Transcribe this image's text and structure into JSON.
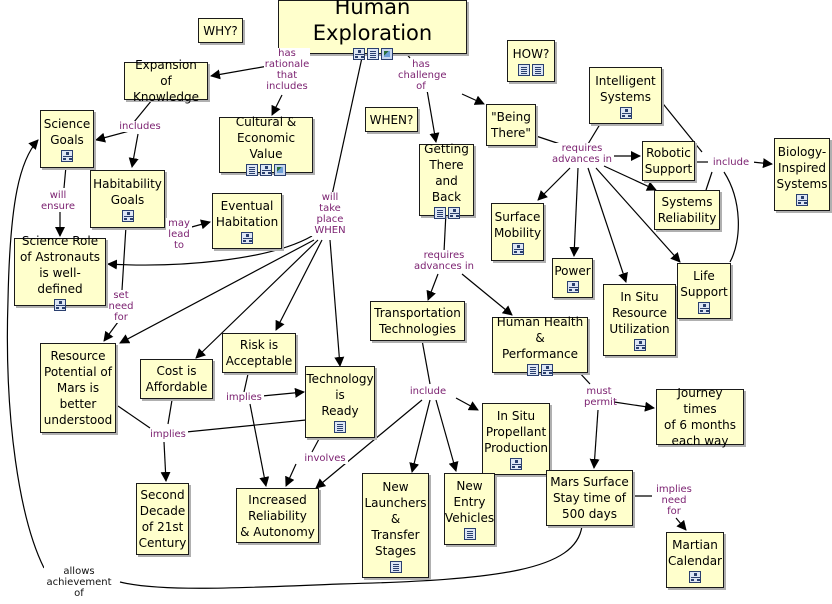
{
  "nodes": [
    {
      "id": "human",
      "text": "Human Exploration",
      "icons": [
        "map",
        "doc",
        "img"
      ]
    },
    {
      "id": "why",
      "text": "WHY?",
      "icons": []
    },
    {
      "id": "how",
      "text": "HOW?",
      "icons": [
        "doc",
        "doc"
      ]
    },
    {
      "id": "when",
      "text": "WHEN?",
      "icons": []
    },
    {
      "id": "expansion",
      "text": "Expansion of\nKnowledge",
      "icons": []
    },
    {
      "id": "science",
      "text": "Science\nGoals",
      "icons": [
        "map"
      ]
    },
    {
      "id": "cultural",
      "text": "Cultural &\nEconomic Value",
      "icons": [
        "doc",
        "map",
        "img"
      ]
    },
    {
      "id": "habitability",
      "text": "Habitability\nGoals",
      "icons": [
        "map"
      ]
    },
    {
      "id": "eventual",
      "text": "Eventual\nHabitation",
      "icons": [
        "map"
      ]
    },
    {
      "id": "scirole",
      "text": "Science Role\nof Astronauts\nis well-defined",
      "icons": [
        "map"
      ]
    },
    {
      "id": "resource",
      "text": "Resource\nPotential of\nMars is\nbetter\nunderstood",
      "icons": []
    },
    {
      "id": "cost",
      "text": "Cost is\nAffordable",
      "icons": []
    },
    {
      "id": "risk",
      "text": "Risk is\nAcceptable",
      "icons": []
    },
    {
      "id": "technology",
      "text": "Technology\nis\nReady",
      "icons": [
        "doc"
      ]
    },
    {
      "id": "second",
      "text": "Second\nDecade\nof 21st\nCentury",
      "icons": []
    },
    {
      "id": "increased",
      "text": "Increased\nReliability\n& Autonomy",
      "icons": []
    },
    {
      "id": "getting",
      "text": "Getting\nThere\nand Back",
      "icons": [
        "doc",
        "map"
      ]
    },
    {
      "id": "being",
      "text": "\"Being\nThere\"",
      "icons": []
    },
    {
      "id": "intelligent",
      "text": "Intelligent\nSystems",
      "icons": [
        "map"
      ]
    },
    {
      "id": "robotic",
      "text": "Robotic\nSupport",
      "icons": []
    },
    {
      "id": "biology",
      "text": "Biology-\nInspired\nSystems",
      "icons": [
        "map"
      ]
    },
    {
      "id": "sysrel",
      "text": "Systems\nReliability",
      "icons": []
    },
    {
      "id": "surface",
      "text": "Surface\nMobility",
      "icons": [
        "map"
      ]
    },
    {
      "id": "power",
      "text": "Power",
      "icons": [
        "map"
      ]
    },
    {
      "id": "insitu_ru",
      "text": "In Situ\nResource\nUtilization",
      "icons": [
        "map"
      ]
    },
    {
      "id": "life",
      "text": "Life\nSupport",
      "icons": [
        "map"
      ]
    },
    {
      "id": "transport",
      "text": "Transportation\nTechnologies",
      "icons": []
    },
    {
      "id": "health",
      "text": "Human Health\n&  Performance",
      "icons": [
        "doc",
        "map"
      ]
    },
    {
      "id": "insitu_pp",
      "text": "In Situ\nPropellant\nProduction",
      "icons": [
        "map"
      ]
    },
    {
      "id": "journey",
      "text": "Journey times\nof 6 months\neach way",
      "icons": []
    },
    {
      "id": "launchers",
      "text": "New\nLaunchers\n&\nTransfer\nStages",
      "icons": [
        "doc"
      ]
    },
    {
      "id": "entry",
      "text": "New\nEntry\nVehicles",
      "icons": [
        "doc"
      ]
    },
    {
      "id": "stay",
      "text": "Mars Surface\nStay time of\n500 days",
      "icons": []
    },
    {
      "id": "calendar",
      "text": "Martian\nCalendar",
      "icons": [
        "map"
      ]
    }
  ],
  "link_labels": [
    {
      "id": "l_rationale",
      "text": "has\nrationale\nthat\nincludes"
    },
    {
      "id": "l_challenge",
      "text": "has\nchallenge\nof"
    },
    {
      "id": "l_includes1",
      "text": "includes"
    },
    {
      "id": "l_ensure",
      "text": "will\nensure"
    },
    {
      "id": "l_maylead",
      "text": "may\nlead\nto"
    },
    {
      "id": "l_setneed",
      "text": "set\nneed\nfor"
    },
    {
      "id": "l_takeplace",
      "text": "will\ntake\nplace\nWHEN"
    },
    {
      "id": "l_implies1",
      "text": "implies"
    },
    {
      "id": "l_implies2",
      "text": "implies"
    },
    {
      "id": "l_involves",
      "text": "involves"
    },
    {
      "id": "l_reqadv1",
      "text": "requires\nadvances in"
    },
    {
      "id": "l_reqadv2",
      "text": "requires\nadvances in"
    },
    {
      "id": "l_include1",
      "text": "include"
    },
    {
      "id": "l_include2",
      "text": "include"
    },
    {
      "id": "l_must",
      "text": "must\npermit"
    },
    {
      "id": "l_impliesneed",
      "text": "implies\nneed\nfor"
    },
    {
      "id": "l_allows",
      "text": "allows\nachievement\nof"
    }
  ]
}
